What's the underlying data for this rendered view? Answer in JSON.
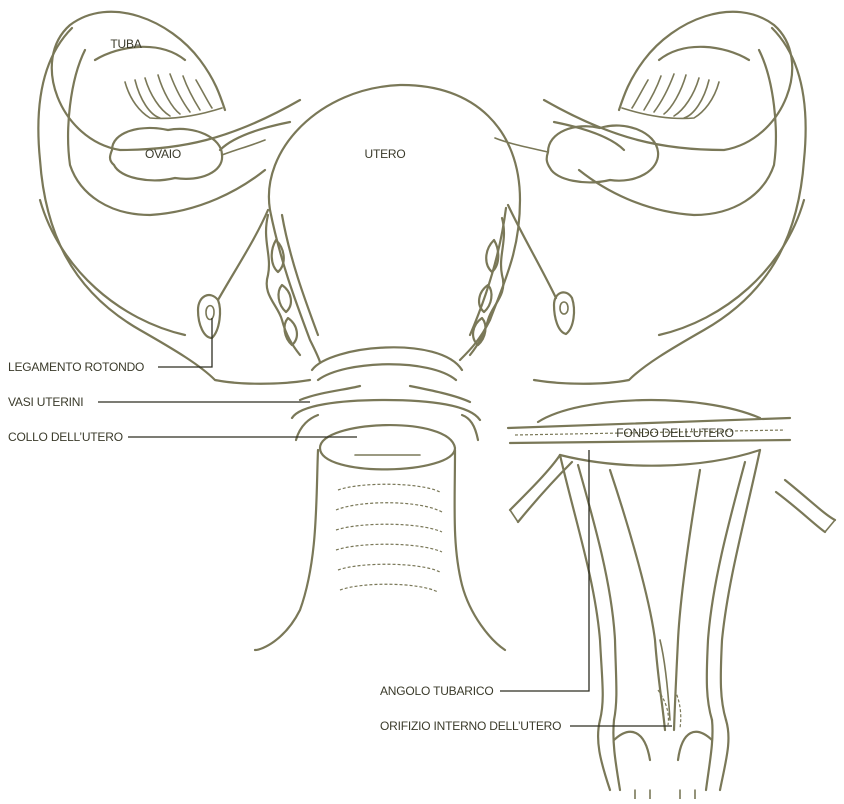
{
  "labels": {
    "tuba": "TUBA",
    "ovaio": "OVAIO",
    "utero": "UTERO",
    "legamento_rotondo": "LEGAMENTO ROTONDO",
    "vasi_uterini": "VASI UTERINI",
    "collo_utero": "COLLO DELL’UTERO",
    "fondo_utero": "FONDO DELL’UTERO",
    "angolo_tubarico": "ANGOLO TUBARICO",
    "orifizio_interno": "ORIFIZIO INTERNO DELL’UTERO"
  },
  "colors": {
    "outline": "#7a7858",
    "text": "#3a3a2a",
    "leader": "#2e2e22",
    "background": "#ffffff"
  }
}
